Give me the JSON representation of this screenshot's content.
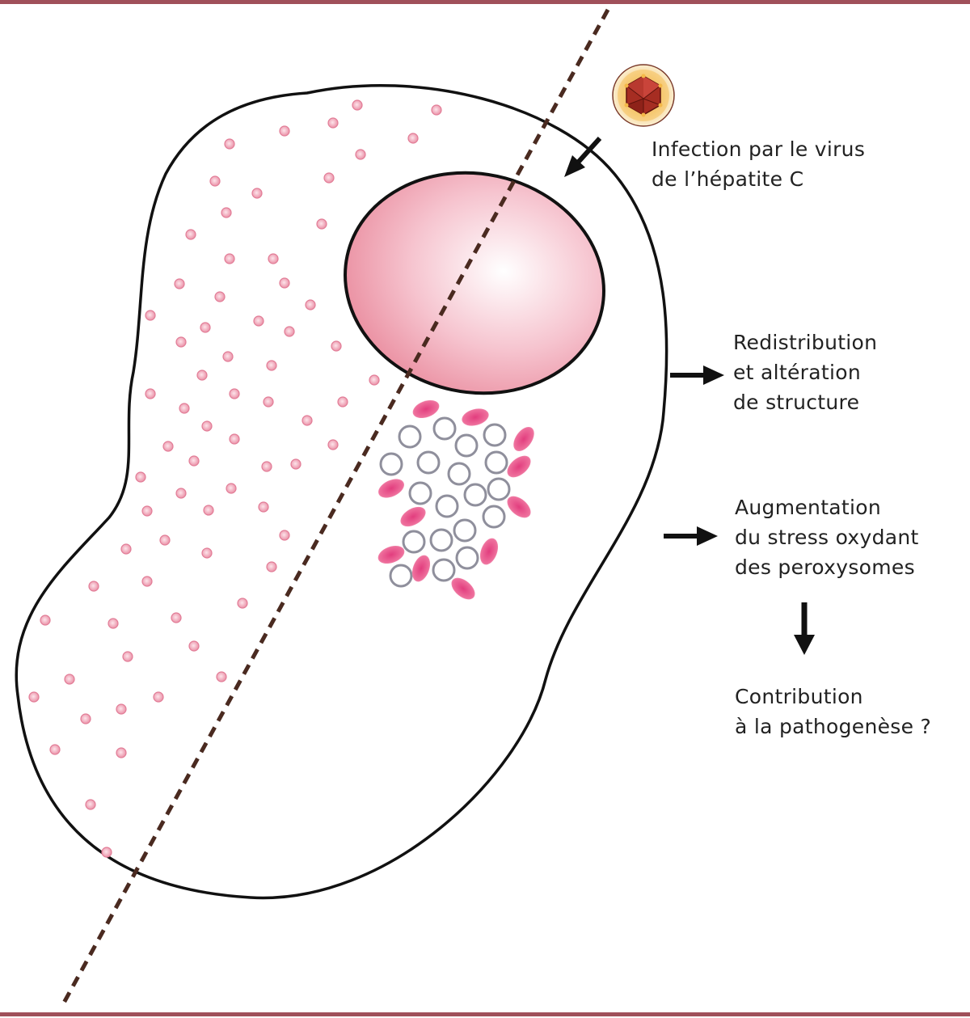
{
  "labels": {
    "infection": [
      "Infection par le virus",
      "de l’hépatite C"
    ],
    "redistribution": [
      "Redistribution",
      "et altération",
      "de structure"
    ],
    "stress": [
      "Augmentation",
      "du stress oxydant",
      "des peroxysomes"
    ],
    "contribution": [
      "Contribution",
      "à la pathogenèse ?"
    ]
  },
  "colors": {
    "frame_rule": "#a0505a",
    "cell_outline": "#111111",
    "nucleus_center": "#ffffff",
    "nucleus_edge": "#ea8ea0",
    "peroxisome_dot": "#f0a8b8",
    "dashed_line": "#4a2a20",
    "pink_blob": "#e8508a",
    "ring": "#9a9aa4",
    "virus_capsid": "#a62d22",
    "virus_halo": "#f2c76a"
  },
  "icons": [
    "virus-icon",
    "arrow-right-icon",
    "arrow-down-icon"
  ]
}
